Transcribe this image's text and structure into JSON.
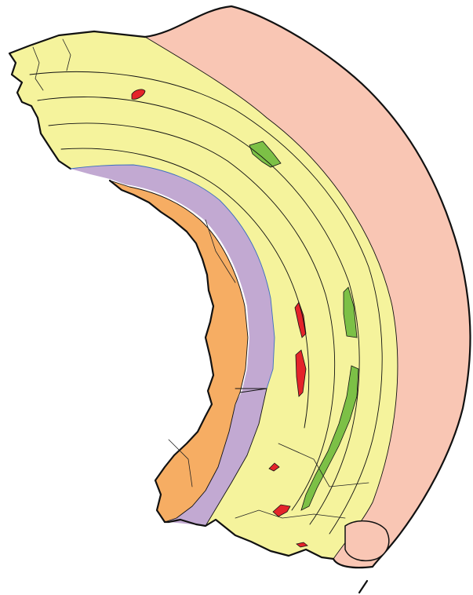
{
  "diagram": {
    "colors": {
      "outer_rind": "#f9c6b4",
      "main_body": "#f5f39c",
      "inner_lining": "#c2a9d2",
      "inner_edge": "#f6ad63",
      "green_inclusion": "#7cc046",
      "red_inclusion": "#e4242a",
      "outline": "#111111",
      "background": "#ffffff"
    },
    "layers": [
      {
        "id": "outer_rind",
        "color_key": "outer_rind"
      },
      {
        "id": "main_body",
        "color_key": "main_body"
      },
      {
        "id": "inner_lining",
        "color_key": "inner_lining"
      },
      {
        "id": "inner_edge",
        "color_key": "inner_edge"
      }
    ]
  }
}
